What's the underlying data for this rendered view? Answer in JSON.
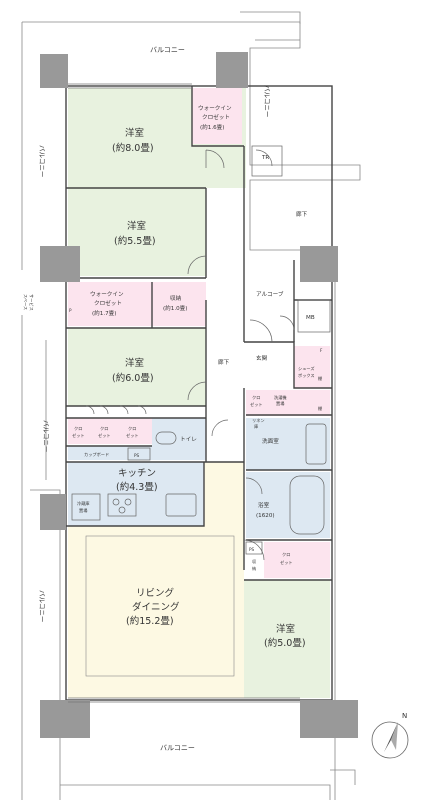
{
  "balcony": {
    "top": "バルコニー",
    "bottom": "バルコニー",
    "left_upper": "バルコニー",
    "left_middle": "バルコニー",
    "left_lower": "バルコニー",
    "right_upper": "バルコニー"
  },
  "rooms": {
    "bed1": {
      "name": "洋室",
      "size": "(約8.0畳)"
    },
    "bed2": {
      "name": "洋室",
      "size": "(約5.5畳)"
    },
    "bed3": {
      "name": "洋室",
      "size": "(約6.0畳)"
    },
    "bed4": {
      "name": "洋室",
      "size": "(約5.0畳)"
    },
    "wic1": {
      "line1": "ウォークイン",
      "line2": "クロゼット",
      "line3": "(約1.6畳)"
    },
    "wic2": {
      "line1": "ウォークイン",
      "line2": "クロゼット",
      "line3": "(約1.7畳)"
    },
    "storage": {
      "line1": "収納",
      "line2": "(約1.0畳)"
    },
    "kitchen": {
      "name": "キッチン",
      "size": "(約4.3畳)"
    },
    "living": {
      "line1": "リビング",
      "line2": "ダイニング",
      "line3": "(約15.2畳)"
    },
    "bath": {
      "name": "浴室",
      "size": "(1620)"
    },
    "washroom": "洗面室",
    "toilet": "トイレ"
  },
  "labels": {
    "tr": "TR",
    "corridor_outer": "廊下",
    "corridor_inner": "廊下",
    "alcove": "アルコーブ",
    "mb": "MB",
    "entrance": "玄関",
    "service_space": [
      "サービス",
      "スペース"
    ],
    "closet_a": [
      "クロ",
      "ゼット"
    ],
    "closet_b": [
      "クロ",
      "ゼット"
    ],
    "closet_c": [
      "クロ",
      "ゼット"
    ],
    "closet_d": [
      "クロ",
      "ゼット"
    ],
    "closet_e": [
      "クロ",
      "ゼット"
    ],
    "cupboard": "カップボード",
    "ps_kitchen": "PS",
    "ps_bed": "PS",
    "fridge": [
      "冷蔵庫",
      "置場"
    ],
    "shelf1": "棚",
    "shelf2": "棚",
    "storage_small": [
      "収",
      "納"
    ],
    "laundry": [
      "洗濯機",
      "置場"
    ],
    "linen": [
      "リネン",
      "庫"
    ],
    "shoe_box": [
      "シューズ",
      "ボックス"
    ],
    "p_mark": "P",
    "f_mark": "F",
    "north": "N"
  }
}
